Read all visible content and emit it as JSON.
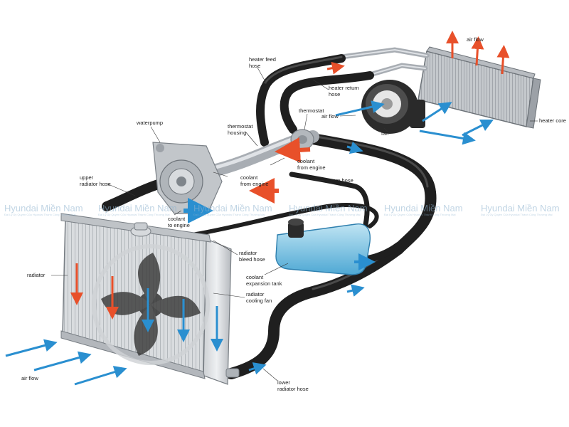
{
  "labels": {
    "heater_feed_hose": [
      "heater feed",
      "hose"
    ],
    "heater_return_hose": [
      "heater return",
      "hose"
    ],
    "thermostat": "thermostat",
    "thermostat_housing": [
      "thermostat",
      "housing"
    ],
    "waterpump": "waterpump",
    "coolant_from_engine_right": [
      "coolant",
      "from engine"
    ],
    "coolant_from_engine_left": [
      "coolant",
      "from engine"
    ],
    "steam_hose": "steam hose",
    "upper_radiator_hose": [
      "upper",
      "radiator hose"
    ],
    "coolant_to_engine": [
      "coolant",
      "to engine"
    ],
    "radiator_bleed_hose": [
      "radiator",
      "bleed hose"
    ],
    "coolant_expansion_tank": [
      "coolant",
      "expansion tank"
    ],
    "radiator_cooling_fan": [
      "radiator",
      "cooling fan"
    ],
    "radiator": "radiator",
    "air_flow_heater": "air flow",
    "air_flow_top": "air flow",
    "air_flow_bottom": "air flow",
    "fan": "fan",
    "heater_core": "heater core",
    "lower_radiator_hose": [
      "lower",
      "radiator hose"
    ]
  },
  "watermark": {
    "brand": "Hyundai Miền Nam",
    "tagline": "Đại Lý Ủy Quyền Của Hyundai Thành Công Thương Mại"
  },
  "colors": {
    "hot_arrow": "#e8502a",
    "cool_arrow": "#2a8fd0",
    "hose": "#1f1f1f",
    "tank": "#7cc4e4",
    "watermark": "#8fb3cf"
  }
}
